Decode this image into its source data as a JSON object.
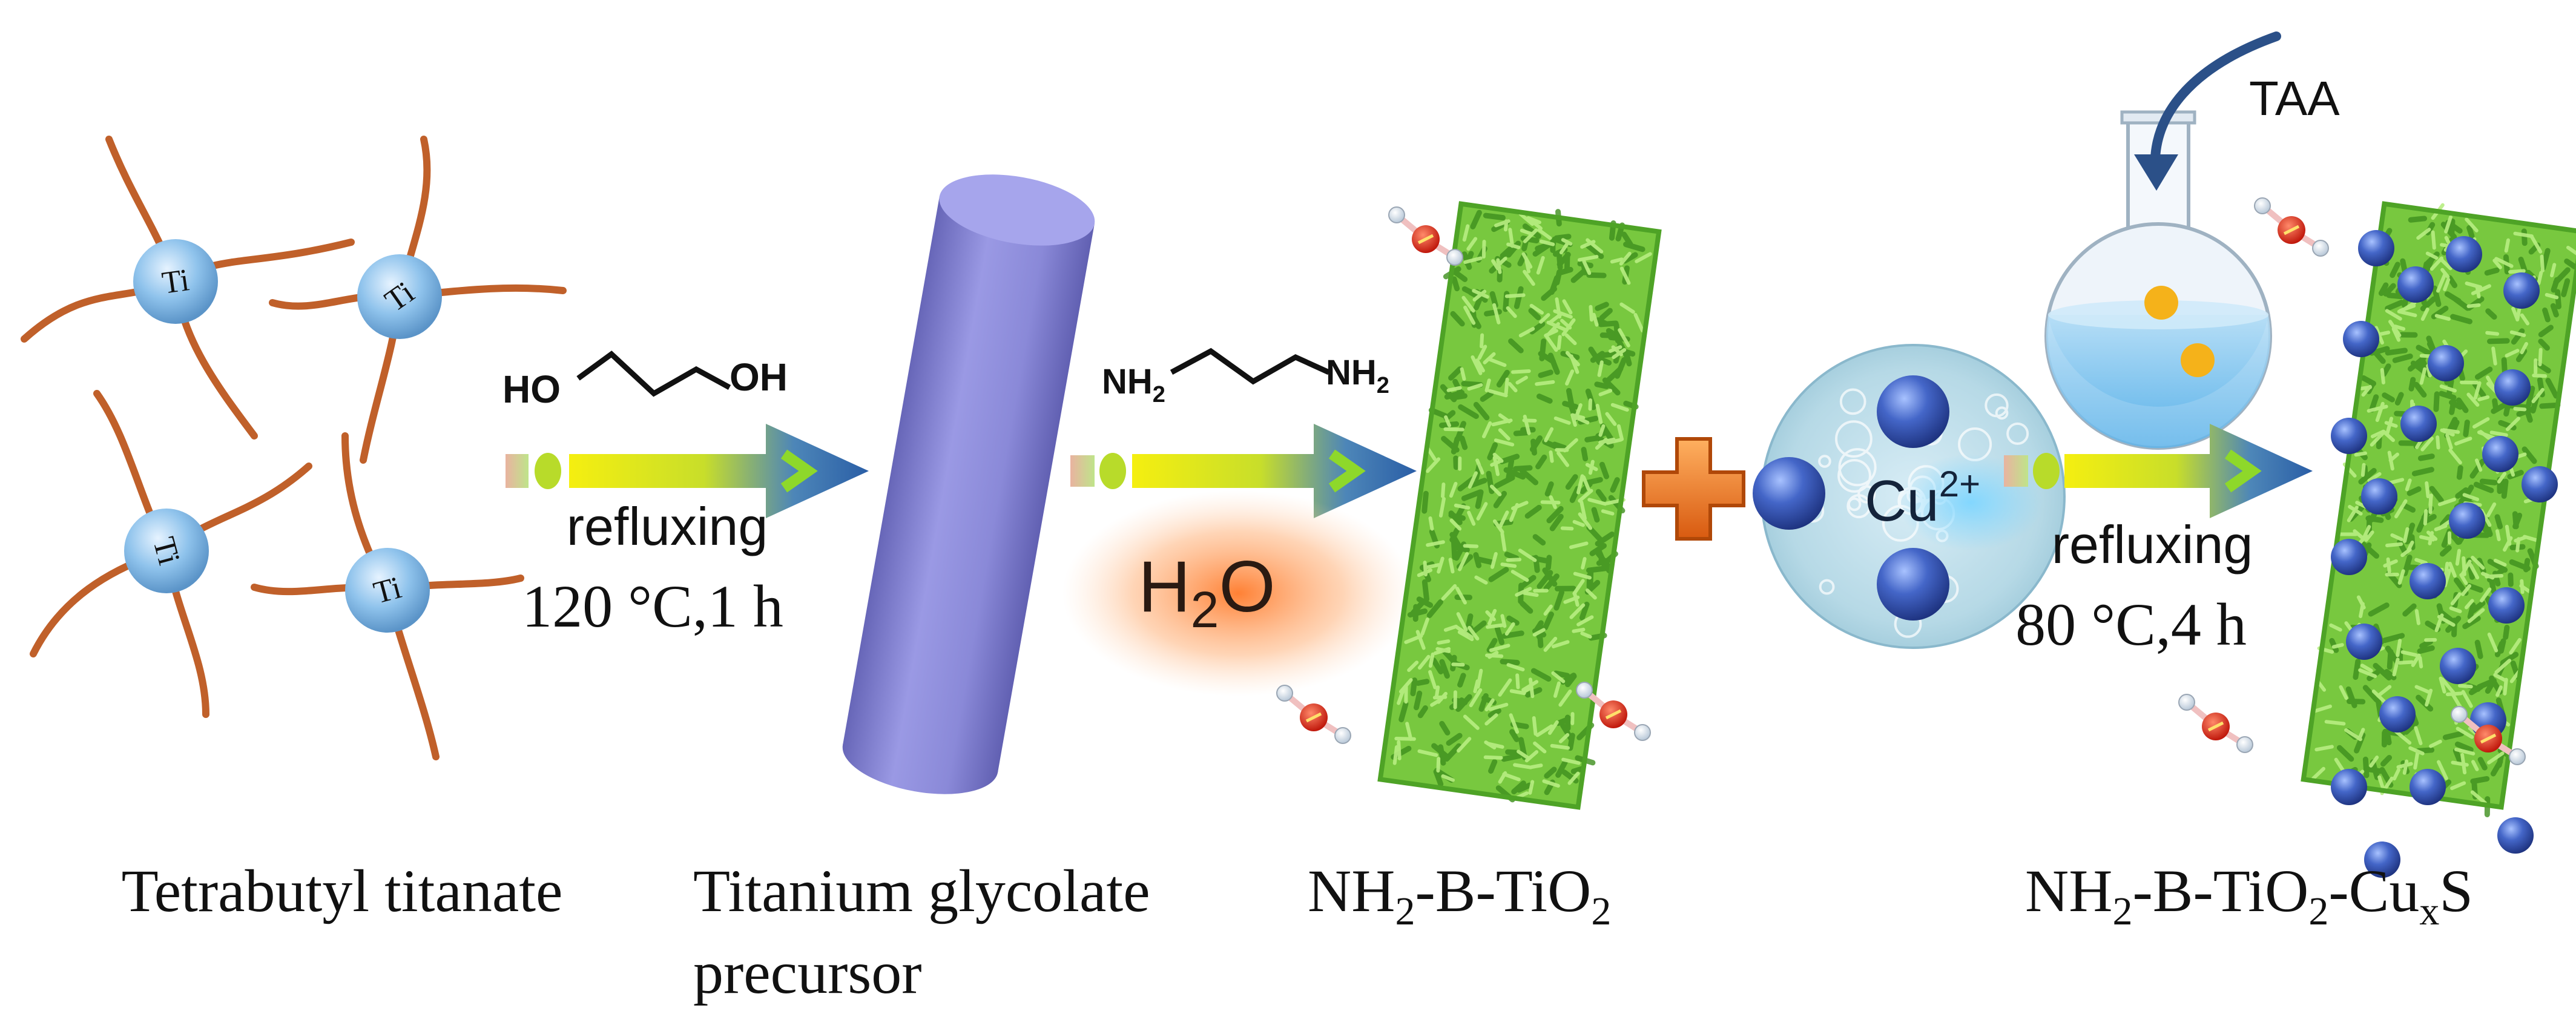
{
  "atoms": {
    "ti": "Ti",
    "hydrogen": "H"
  },
  "reagents": {
    "glycol_left": "HO",
    "glycol_right": "OH",
    "diamine_left": "NH",
    "diamine_right": "NH",
    "diamine_sub": "2",
    "water_h": "H",
    "water_sub": "2",
    "water_o": "O",
    "cu_ion": "Cu",
    "cu_charge": "2+",
    "taa": "TAA"
  },
  "step1": {
    "line1": "refluxing",
    "line2": "120 °C,1 h"
  },
  "step3": {
    "line1": "refluxing",
    "line2": "80 °C,4 h"
  },
  "labels": {
    "tetrabutyl": "Tetrabutyl titanate",
    "precursor_line1": "Titanium glycolate",
    "precursor_line2": "precursor",
    "nh2_a": "NH",
    "nh2_a_sub": "2",
    "b_tio_a": "-B-TiO",
    "o_sub_a": "2",
    "nh2_b": "NH",
    "nh2_b_sub": "2",
    "b_tio_b": "-B-TiO",
    "o_sub_b": "2",
    "cuxs_cu": "-Cu",
    "cuxs_x": "x",
    "cuxs_s": "S"
  },
  "colors": {
    "ti_sphere": "#7fb8e6",
    "butyl_chain": "#c0602a",
    "precursor_rod": "#8b8ad6",
    "tio2_green": "#6fc23a",
    "cu_sphere": "#3a58b8",
    "arrow_blue": "#2b5fa6",
    "arrow_yellow": "#f2ea1a",
    "plus_orange": "#ea7a1f",
    "water_glow": "#ff8a3a"
  }
}
